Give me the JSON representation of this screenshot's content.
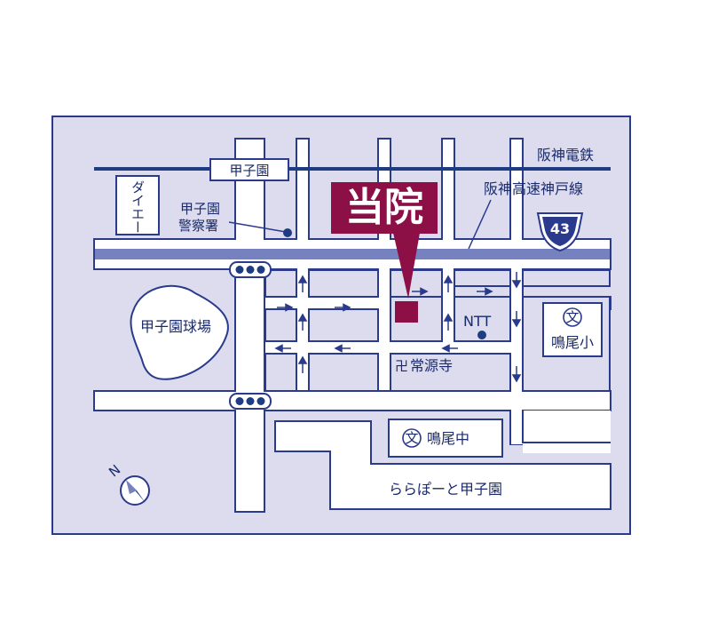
{
  "colors": {
    "page_bg": "#ffffff",
    "map_bg": "#dcdcee",
    "road_fill": "#ffffff",
    "outline": "#2a3a8c",
    "highway": "#7682c0",
    "railway": "#1e3c82",
    "callout": "#8c0f46",
    "text": "#1a2a6c"
  },
  "labels": {
    "railway": "阪神電鉄",
    "station": "甲子園",
    "expressway": "阪神高速神戸線",
    "route_number": "43",
    "callout": "当院",
    "daiei": "ダイエー",
    "police_line1": "甲子園",
    "police_line2": "警察署",
    "stadium": "甲子園球場",
    "ntt": "NTT",
    "temple_mark": "卍",
    "temple": "常源寺",
    "school_mark": "文",
    "elementary_school": "鳴尾小",
    "junior_high": "鳴尾中",
    "mall": "ららぽーと甲子園",
    "compass_north": "N"
  },
  "icons": {
    "traffic_light": "traffic-light-icon",
    "school": "school-icon",
    "temple": "temple-icon",
    "compass": "compass-icon",
    "route_shield": "route-shield-icon",
    "one_way_arrow": "one-way-arrow-icon",
    "marker": "marker-dot-icon"
  }
}
